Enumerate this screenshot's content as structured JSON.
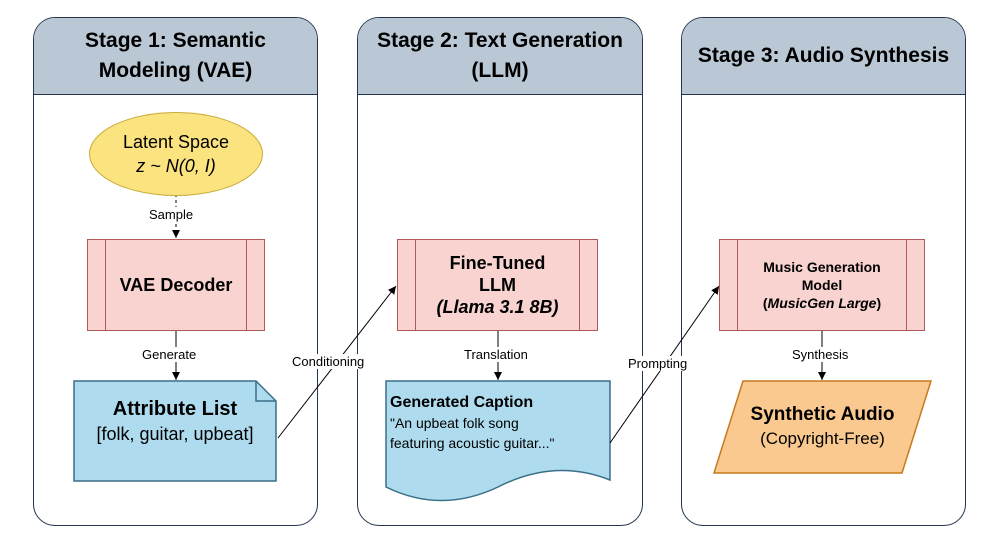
{
  "stages": [
    {
      "title_line1": "Stage 1: Semantic",
      "title_line2": "Modeling (VAE)"
    },
    {
      "title_line1": "Stage 2: Text Generation",
      "title_line2": "(LLM)"
    },
    {
      "title_line1": "Stage 3: Audio Synthesis",
      "title_line2": ""
    }
  ],
  "latent_space": {
    "title": "Latent Space",
    "formula": "z ~ N(0, I)"
  },
  "vae_decoder": {
    "label": "VAE Decoder"
  },
  "attribute_list": {
    "title": "Attribute List",
    "value": "[folk, guitar, upbeat]"
  },
  "llm": {
    "line1": "Fine-Tuned",
    "line2": "LLM",
    "model": "(Llama 3.1 8B)"
  },
  "caption": {
    "title": "Generated Caption",
    "line1": "\"An upbeat folk song",
    "line2": "featuring acoustic guitar...\""
  },
  "music_model": {
    "line1": "Music Generation",
    "line2": "Model",
    "model_prefix": "(",
    "model": "MusicGen Large",
    "model_suffix": ")"
  },
  "synthetic_audio": {
    "title": "Synthetic Audio",
    "subtitle": "(Copyright-Free)"
  },
  "edges": {
    "sample": "Sample",
    "generate": "Generate",
    "conditioning": "Conditioning",
    "translation": "Translation",
    "prompting": "Prompting",
    "synthesis": "Synthesis"
  },
  "colors": {
    "stage_header": "#bac7d4",
    "stage_border": "#23354f",
    "process_fill": "#f8d3d0",
    "process_border": "#b0595a",
    "latent_fill": "#fbe37f",
    "document_fill": "#aedcee",
    "output_fill": "#fac98f"
  }
}
